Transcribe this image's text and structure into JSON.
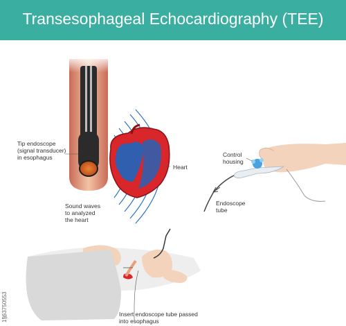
{
  "title": "Transesophageal Echocardiography (TEE)",
  "labels": {
    "tip_endoscope": "Tip endoscope\n(signal transducer)\nin esophagus",
    "heart": "Heart",
    "control_housing": "Control\nhousing",
    "endoscope_tube": "Endoscope\ntube",
    "sound_waves": "Sound waves\nto analyzed\nthe heart",
    "insert_tube": "Insert endoscope tube passed\ninto esophagus"
  },
  "image_id": "1563750553",
  "logo": "a",
  "colors": {
    "banner": "#3aaea0",
    "heart_red": "#d9262b",
    "heart_blue": "#2f5fae",
    "waves": "#2a72c4",
    "esophagus": "#e8a07a"
  },
  "icons": [
    "esophagus-illustration",
    "heart-illustration",
    "hand-illustration",
    "patient-illustration"
  ]
}
